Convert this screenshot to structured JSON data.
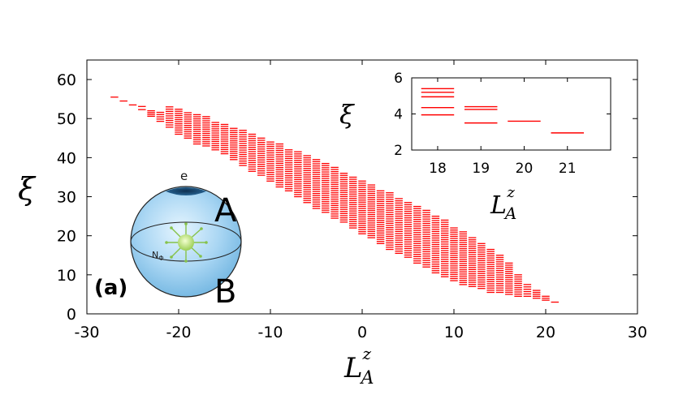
{
  "chart_data": [
    {
      "type": "scatter",
      "marker": "horizontal-dash",
      "color": "#ff0000",
      "xlabel": "L_A^z",
      "ylabel": "ξ",
      "xlim": [
        -30,
        30
      ],
      "ylim": [
        0,
        65
      ],
      "xticks": [
        "-30",
        "-20",
        "-10",
        "0",
        "10",
        "20",
        "30"
      ],
      "yticks": [
        "0",
        "10",
        "20",
        "30",
        "40",
        "50",
        "60"
      ],
      "grid": false,
      "bands": [
        {
          "x": -27,
          "y_min": 55.5,
          "y_max": 55.5
        },
        {
          "x": -26,
          "y_min": 54.5,
          "y_max": 54.5
        },
        {
          "x": -25,
          "y_min": 53.5,
          "y_max": 53.5
        },
        {
          "x": -24,
          "y_min": 52.3,
          "y_max": 53.1
        },
        {
          "x": -23,
          "y_min": 50.6,
          "y_max": 52.0
        },
        {
          "x": -22,
          "y_min": 49.3,
          "y_max": 51.6
        },
        {
          "x": -21,
          "y_min": 47.8,
          "y_max": 53.0
        },
        {
          "x": -20,
          "y_min": 46.0,
          "y_max": 52.4
        },
        {
          "x": -19,
          "y_min": 45.0,
          "y_max": 51.5
        },
        {
          "x": -18,
          "y_min": 43.5,
          "y_max": 51.0
        },
        {
          "x": -17,
          "y_min": 43.0,
          "y_max": 50.5
        },
        {
          "x": -16,
          "y_min": 42.0,
          "y_max": 49.0
        },
        {
          "x": -15,
          "y_min": 41.0,
          "y_max": 48.5
        },
        {
          "x": -14,
          "y_min": 39.5,
          "y_max": 47.5
        },
        {
          "x": -13,
          "y_min": 38.0,
          "y_max": 47.0
        },
        {
          "x": -12,
          "y_min": 36.5,
          "y_max": 46.0
        },
        {
          "x": -11,
          "y_min": 35.5,
          "y_max": 45.0
        },
        {
          "x": -10,
          "y_min": 34.0,
          "y_max": 44.0
        },
        {
          "x": -9,
          "y_min": 32.5,
          "y_max": 43.5
        },
        {
          "x": -8,
          "y_min": 31.5,
          "y_max": 42.0
        },
        {
          "x": -7,
          "y_min": 30.0,
          "y_max": 41.5
        },
        {
          "x": -6,
          "y_min": 28.5,
          "y_max": 40.5
        },
        {
          "x": -5,
          "y_min": 27.0,
          "y_max": 39.5
        },
        {
          "x": -4,
          "y_min": 26.0,
          "y_max": 38.5
        },
        {
          "x": -3,
          "y_min": 24.5,
          "y_max": 37.5
        },
        {
          "x": -2,
          "y_min": 23.5,
          "y_max": 36.0
        },
        {
          "x": -1,
          "y_min": 22.0,
          "y_max": 35.0
        },
        {
          "x": 0,
          "y_min": 20.5,
          "y_max": 34.0
        },
        {
          "x": 1,
          "y_min": 19.5,
          "y_max": 33.0
        },
        {
          "x": 2,
          "y_min": 18.0,
          "y_max": 31.5
        },
        {
          "x": 3,
          "y_min": 16.5,
          "y_max": 31.0
        },
        {
          "x": 4,
          "y_min": 15.5,
          "y_max": 29.5
        },
        {
          "x": 5,
          "y_min": 14.5,
          "y_max": 28.5
        },
        {
          "x": 6,
          "y_min": 13.0,
          "y_max": 27.5
        },
        {
          "x": 7,
          "y_min": 12.0,
          "y_max": 26.5
        },
        {
          "x": 8,
          "y_min": 10.5,
          "y_max": 25.0
        },
        {
          "x": 9,
          "y_min": 9.5,
          "y_max": 24.0
        },
        {
          "x": 10,
          "y_min": 8.5,
          "y_max": 22.0
        },
        {
          "x": 11,
          "y_min": 7.5,
          "y_max": 21.0
        },
        {
          "x": 12,
          "y_min": 7.0,
          "y_max": 19.5
        },
        {
          "x": 13,
          "y_min": 6.5,
          "y_max": 18.0
        },
        {
          "x": 14,
          "y_min": 5.5,
          "y_max": 16.5
        },
        {
          "x": 15,
          "y_min": 5.5,
          "y_max": 15.0
        },
        {
          "x": 16,
          "y_min": 5.0,
          "y_max": 13.0
        },
        {
          "x": 17,
          "y_min": 4.5,
          "y_max": 10.0
        },
        {
          "x": 18,
          "y_min": 4.5,
          "y_max": 7.5
        },
        {
          "x": 19,
          "y_min": 4.0,
          "y_max": 6.0
        },
        {
          "x": 20,
          "y_min": 3.5,
          "y_max": 4.5
        },
        {
          "x": 21,
          "y_min": 3.0,
          "y_max": 3.0
        }
      ]
    },
    {
      "type": "scatter",
      "marker": "horizontal-dash",
      "color": "#ff0000",
      "xlabel": "L_A^z",
      "ylabel": "ξ",
      "xlim": [
        17.4,
        22.0
      ],
      "ylim": [
        2,
        6
      ],
      "xticks": [
        "18",
        "19",
        "20",
        "21"
      ],
      "yticks": [
        "2",
        "4",
        "6"
      ],
      "grid": false,
      "points": [
        {
          "x": 18,
          "y": [
            5.4,
            5.2,
            4.95,
            4.35,
            3.95
          ]
        },
        {
          "x": 19,
          "y": [
            4.4,
            4.25,
            3.5
          ]
        },
        {
          "x": 20,
          "y": [
            3.6
          ]
        },
        {
          "x": 21,
          "y": [
            2.95
          ]
        }
      ]
    }
  ],
  "annotations": {
    "panel_label": "(a)",
    "region_top": "A",
    "region_bottom": "B",
    "electron": "e",
    "flux": "N",
    "flux_sub": "Φ"
  },
  "axis_text": {
    "main_x_base": "L",
    "main_x_sub": "A",
    "main_x_sup": "z",
    "main_y": "ξ",
    "inset_x_base": "L",
    "inset_x_sub": "A",
    "inset_x_sup": "z",
    "inset_y": "ξ"
  }
}
